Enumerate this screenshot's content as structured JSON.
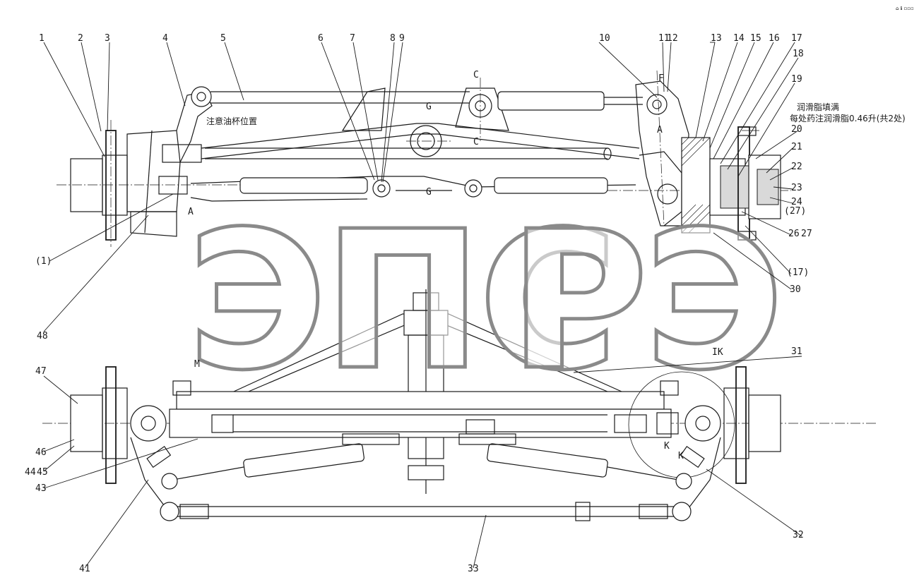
{
  "callouts": [
    "1",
    "2",
    "3",
    "4",
    "5",
    "6",
    "7",
    "8",
    "9",
    "10",
    "11",
    "12",
    "13",
    "14",
    "15",
    "16",
    "17",
    "18",
    "19",
    "20",
    "21",
    "22",
    "23",
    "24",
    "(27)",
    "26",
    "27",
    "(17)",
    "30",
    "(1)",
    "48",
    "31",
    "47",
    "46",
    "44",
    "45",
    "43",
    "41",
    "33",
    "32"
  ],
  "notes": {
    "oil_cup_position": "注意油杯位置",
    "grease_fill": "润滑脂填满",
    "grease_each": "每处药注润滑脂0.46升(共2处)"
  },
  "section_marks": [
    "C",
    "C",
    "G",
    "G",
    "A",
    "F",
    "A",
    "K",
    "K",
    "M",
    "IK"
  ],
  "corner_mark": "⌂ ℹ ▫▫▫",
  "watermark": "ЭПС",
  "watermark_partial": "РЭ"
}
